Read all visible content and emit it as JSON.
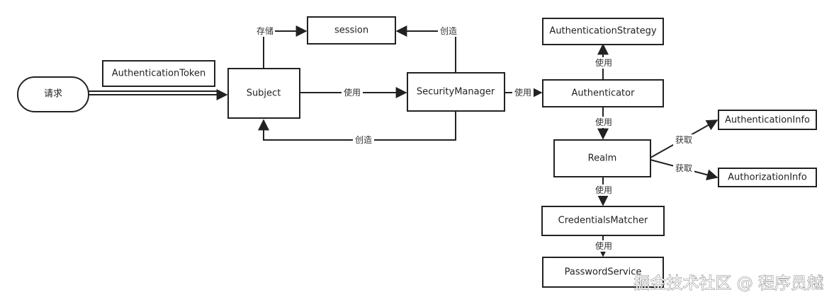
{
  "colors": {
    "stroke": "#222222",
    "fill": "#ffffff",
    "text": "#222222"
  },
  "nodes": {
    "request": "请求",
    "authentication_token": "AuthenticationToken",
    "subject": "Subject",
    "session": "session",
    "security_manager": "SecurityManager",
    "authentication_strategy": "AuthenticationStrategy",
    "authenticator": "Authenticator",
    "realm": "Realm",
    "authentication_info": "AuthenticationInfo",
    "authorization_info": "AuthorizationInfo",
    "credentials_matcher": "CredentialsMatcher",
    "password_service": "PasswordService"
  },
  "edges": {
    "store": "存储",
    "create_session": "创造",
    "use_sm": "使用",
    "create_subject": "创造",
    "use_authenticator": "使用",
    "use_strategy": "使用",
    "use_realm": "使用",
    "get_authc_info": "获取",
    "get_authz_info": "获取",
    "use_matcher": "使用",
    "use_password_service": "使用"
  },
  "watermark": "掘金技术社区 @ 程序员越"
}
